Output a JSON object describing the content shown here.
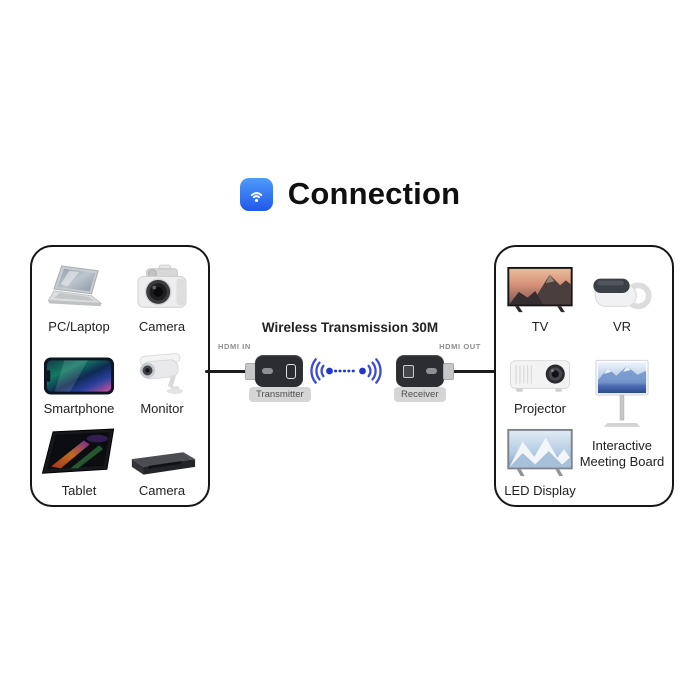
{
  "header": {
    "title": "Connection",
    "icon": "wifi-app-icon"
  },
  "transmission": {
    "title": "Wireless Transmission 30M",
    "hdmi_in_label": "HDMI IN",
    "hdmi_out_label": "HDMI OUT",
    "transmitter_label": "Transmitter",
    "receiver_label": "Receiver",
    "signal_icon": "wifi-signal-icon"
  },
  "source_devices": {
    "items": [
      {
        "label": "PC/Laptop",
        "icon": "laptop-icon"
      },
      {
        "label": "Camera",
        "icon": "dslr-camera-icon"
      },
      {
        "label": "Smartphone",
        "icon": "smartphone-icon"
      },
      {
        "label": "Monitor",
        "icon": "security-camera-icon"
      },
      {
        "label": "Tablet",
        "icon": "tablet-icon"
      },
      {
        "label": "Camera",
        "icon": "media-box-icon"
      }
    ]
  },
  "output_devices": {
    "items": [
      {
        "label": "TV",
        "icon": "tv-icon"
      },
      {
        "label": "VR",
        "icon": "vr-headset-icon"
      },
      {
        "label": "Projector",
        "icon": "projector-icon"
      },
      {
        "label": "Interactive Meeting Board",
        "icon": "meeting-board-icon"
      },
      {
        "label": "LED Display",
        "icon": "led-display-icon"
      }
    ]
  },
  "colors": {
    "signal_blue": "#2134cd",
    "signal_arc_blue": "#3a4cd8",
    "app_icon_blue_top": "#4e9bfa",
    "app_icon_blue_bottom": "#2157ea",
    "panel_border": "#161616",
    "pill_background": "#d5d5d5",
    "muted_label": "#8d8d8d"
  }
}
